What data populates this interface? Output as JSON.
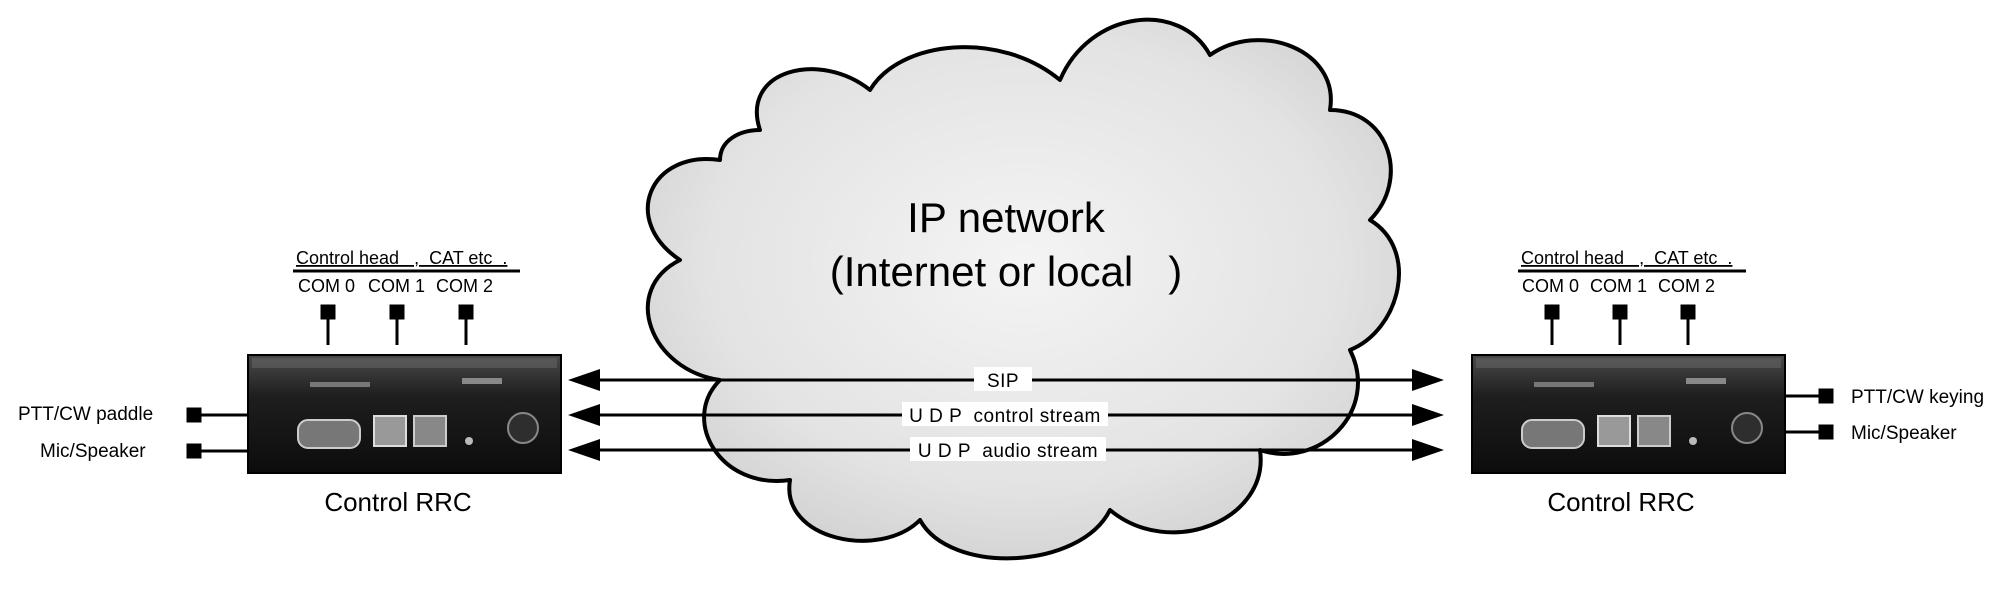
{
  "cloud": {
    "title": "IP network",
    "subtitle": "(Internet or local   )"
  },
  "left_station": {
    "header": "Control head   ,  CAT etc  .",
    "com_ports": [
      "COM 0",
      "COM 1",
      "COM 2"
    ],
    "side_ports": [
      "PTT/CW paddle",
      "Mic/Speaker"
    ],
    "caption": "Control RRC"
  },
  "right_station": {
    "header": "Control head   ,  CAT etc  .",
    "com_ports": [
      "COM 0",
      "COM 1",
      "COM 2"
    ],
    "side_ports": [
      "PTT/CW keying",
      "Mic/Speaker"
    ],
    "caption": "Control RRC"
  },
  "streams": [
    {
      "label": "SIP"
    },
    {
      "label": "U D P  control stream"
    },
    {
      "label": "U D P  audio stream"
    }
  ],
  "colors": {
    "line": "#000000",
    "device_body": "#1c1c1c",
    "cloud_fill": "#e6e6e6",
    "cloud_outline": "#000000"
  }
}
